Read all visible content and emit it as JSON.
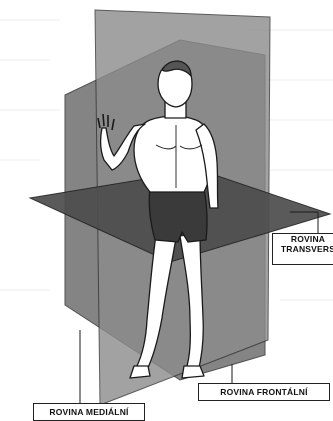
{
  "labels": {
    "transverse_line1": "ROVINA",
    "transverse_line2": "TRANSVERS",
    "frontal": "ROVINA FRONTÁLNÍ",
    "medial": "ROVINA MEDIÁLNÍ"
  },
  "colors": {
    "plane_dark": "#4d4d4d",
    "plane_mid": "#6f6f6f",
    "plane_light": "#8c8c8c",
    "figure_fill": "#ffffff",
    "outline": "#1a1a1a",
    "background_text": "#d9d9d9"
  }
}
